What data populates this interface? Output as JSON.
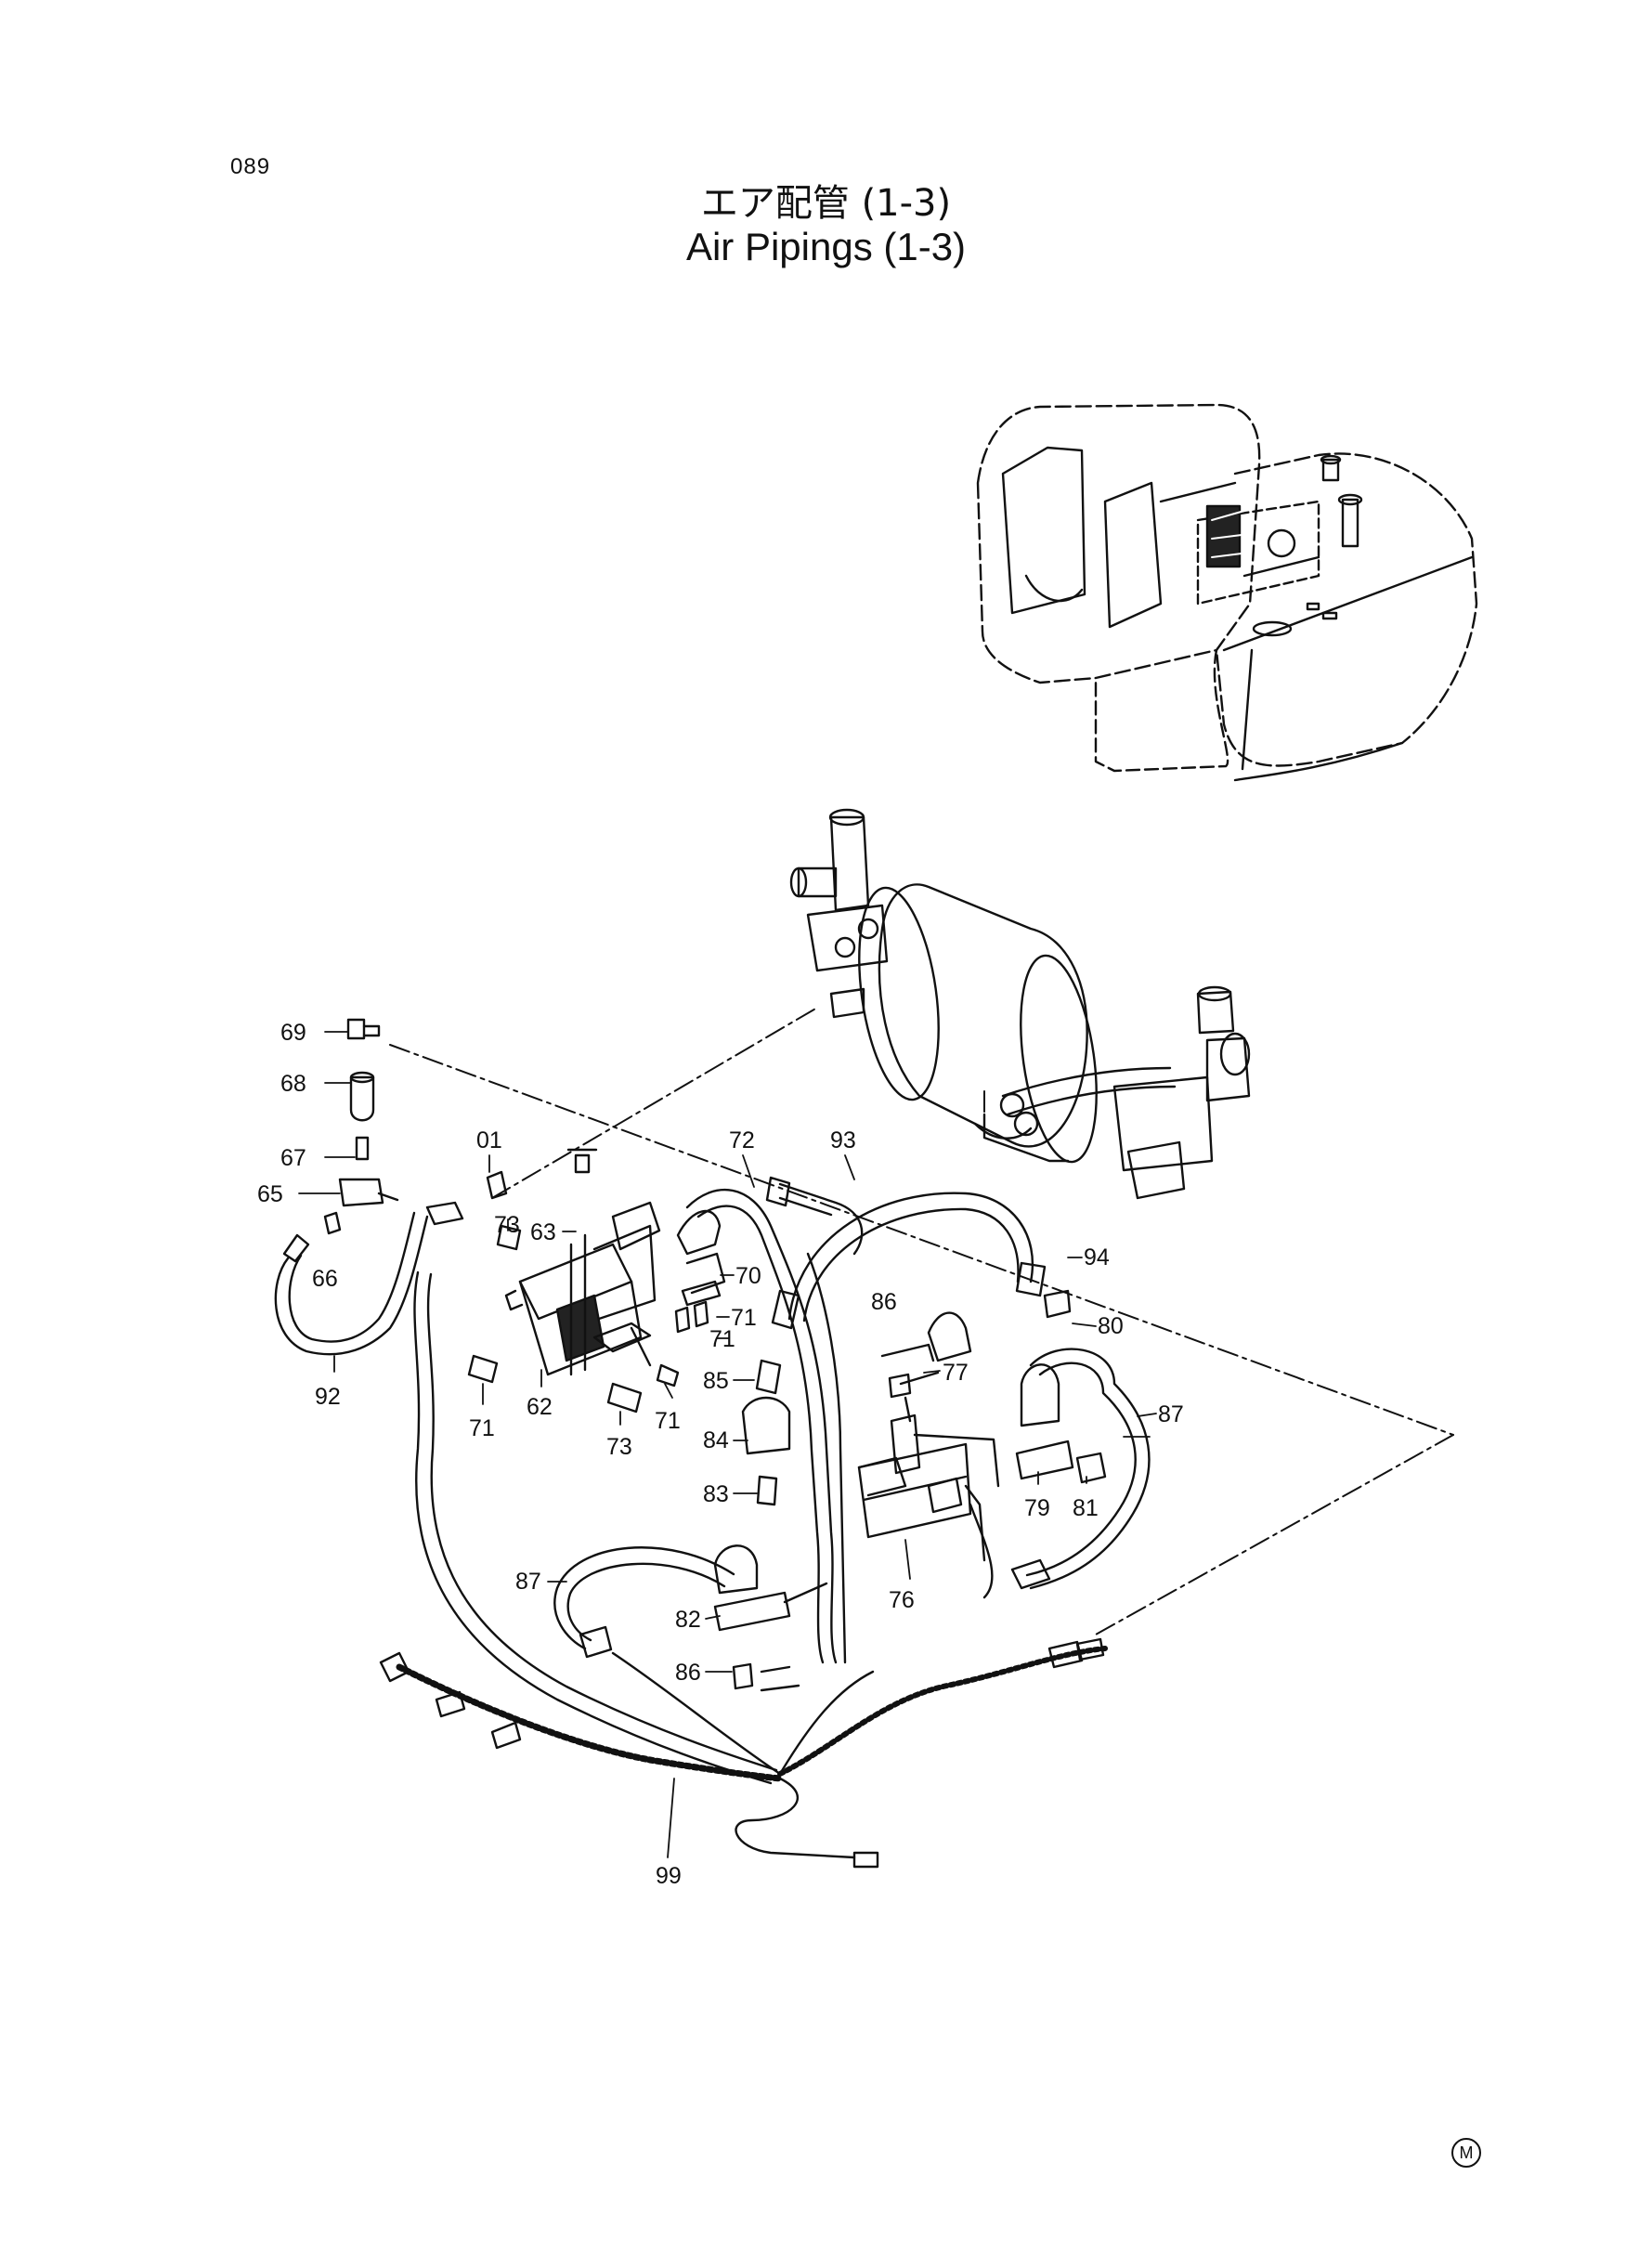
{
  "page": {
    "page_number": "089",
    "title_ja": "エア配管 (1-3)",
    "title_en": "Air Pipings (1-3)",
    "mark": "M"
  },
  "callouts": {
    "c01": "01",
    "c62": "62",
    "c63": "63",
    "c65": "65",
    "c66": "66",
    "c67": "67",
    "c68": "68",
    "c69": "69",
    "c70": "70",
    "c71a": "71",
    "c71b": "71",
    "c71c": "71",
    "c71d": "71",
    "c72": "72",
    "c73a": "73",
    "c73b": "73",
    "c76": "76",
    "c77": "77",
    "c79": "79",
    "c80": "80",
    "c81": "81",
    "c82": "82",
    "c83": "83",
    "c84": "84",
    "c85": "85",
    "c86a": "86",
    "c86b": "86",
    "c87a": "87",
    "c87b": "87",
    "c92": "92",
    "c93": "93",
    "c94": "94",
    "c99": "99"
  }
}
